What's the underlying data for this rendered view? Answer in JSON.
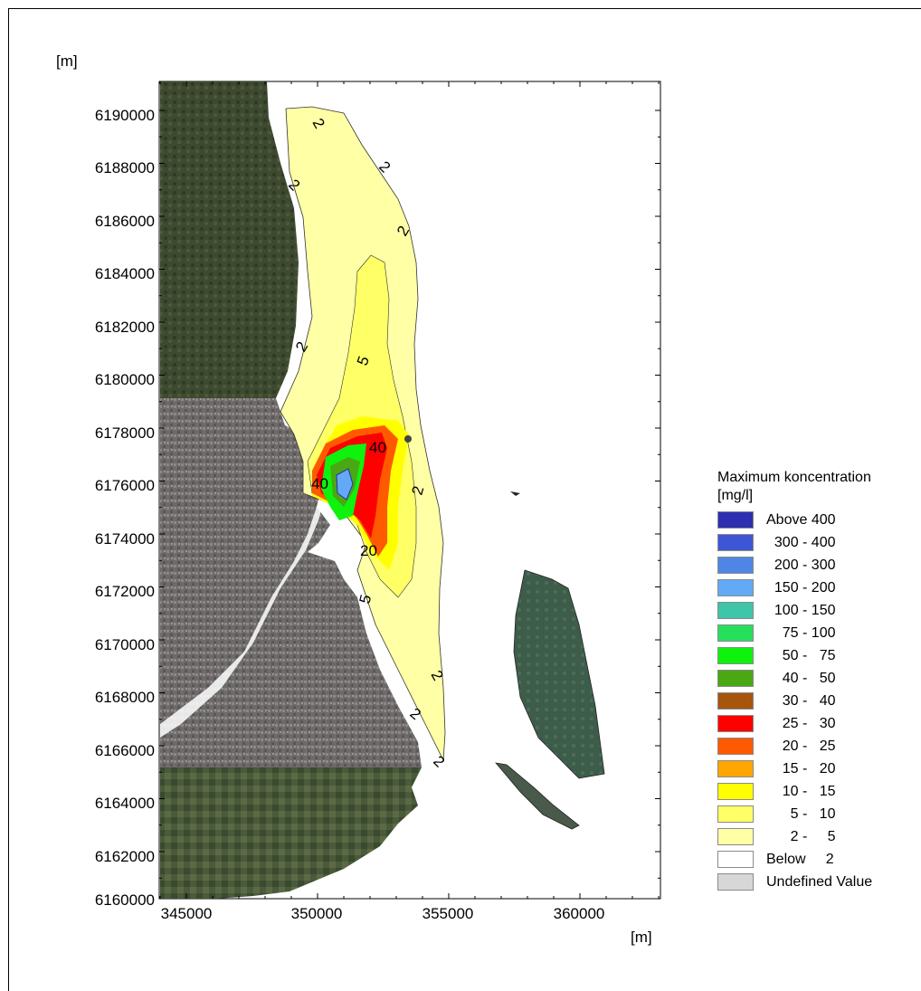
{
  "map": {
    "y_unit": "[m]",
    "x_unit": "[m]",
    "y_ticks": [
      "6190000",
      "6188000",
      "6186000",
      "6184000",
      "6182000",
      "6180000",
      "6178000",
      "6176000",
      "6174000",
      "6172000",
      "6170000",
      "6168000",
      "6166000",
      "6164000",
      "6162000",
      "6160000"
    ],
    "x_ticks": [
      "345000",
      "350000",
      "355000",
      "360000"
    ],
    "contour_labels": [
      "2",
      "2",
      "2",
      "2",
      "2",
      "5",
      "40",
      "40",
      "2",
      "20",
      "5",
      "2",
      "2",
      "2"
    ]
  },
  "legend": {
    "title_line1": "Maximum koncentration",
    "title_line2": "[mg/l]",
    "items": [
      {
        "label": "Above 400",
        "color": "#2b2fb0"
      },
      {
        "label": "  300 - 400",
        "color": "#3f56d4"
      },
      {
        "label": "  200 - 300",
        "color": "#4f86e6"
      },
      {
        "label": "  150 - 200",
        "color": "#62aaf5"
      },
      {
        "label": "  100 - 150",
        "color": "#3fc5a8"
      },
      {
        "label": "    75 - 100",
        "color": "#26e05c"
      },
      {
        "label": "    50 -   75",
        "color": "#0ef20e"
      },
      {
        "label": "    40 -   50",
        "color": "#4aa812"
      },
      {
        "label": "    30 -   40",
        "color": "#a5550c"
      },
      {
        "label": "    25 -   30",
        "color": "#fe0000"
      },
      {
        "label": "    20 -   25",
        "color": "#ff5a00"
      },
      {
        "label": "    15 -   20",
        "color": "#ffa600"
      },
      {
        "label": "    10 -   15",
        "color": "#ffff00"
      },
      {
        "label": "      5 -   10",
        "color": "#ffff66"
      },
      {
        "label": "      2 -     5",
        "color": "#ffffa6"
      },
      {
        "label": "Below     2",
        "color": "#ffffff"
      },
      {
        "label": "Undefined Value",
        "color": "#d7d7d7"
      }
    ]
  }
}
